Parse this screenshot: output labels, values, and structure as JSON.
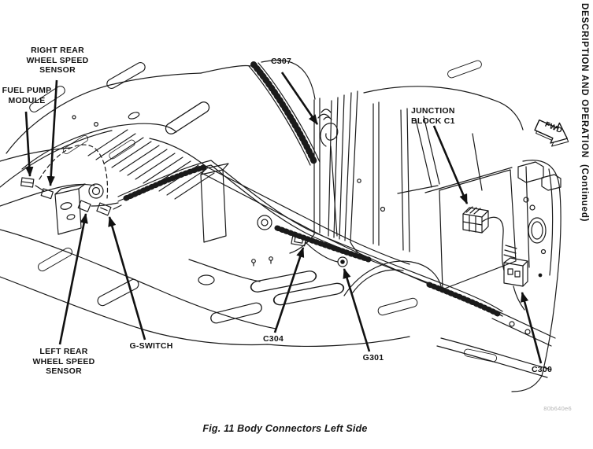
{
  "page": {
    "background": "#ffffff",
    "ink": "#1a1a1a",
    "sidebar_text": "DESCRIPTION AND OPERATION  (Continued)",
    "caption": "Fig. 11 Body Connectors Left Side",
    "part_code": "80b640e6"
  },
  "fwd_arrow": {
    "label": "FWD"
  },
  "labels": {
    "fuel_pump": "FUEL PUMP\nMODULE",
    "right_rear_sensor": "RIGHT REAR\nWHEEL SPEED\nSENSOR",
    "c307": "C307",
    "junction_block": "JUNCTION\nBLOCK C1",
    "left_rear_sensor": "LEFT REAR\nWHEEL SPEED\nSENSOR",
    "g_switch": "G-SWITCH",
    "c304": "C304",
    "g301": "G301",
    "c300": "C300"
  }
}
